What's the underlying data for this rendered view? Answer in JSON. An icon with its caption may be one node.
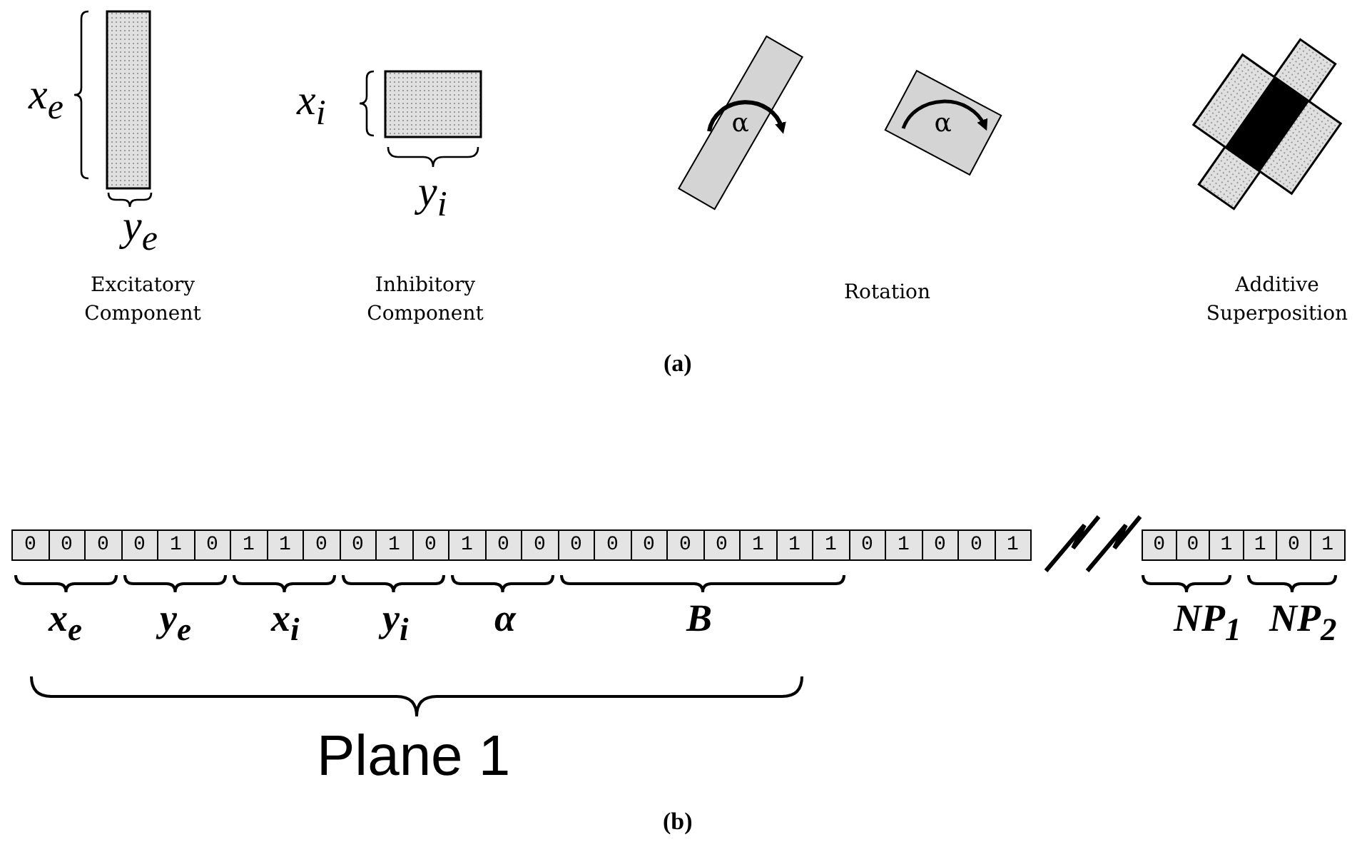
{
  "diagram": {
    "nodes": [
      {
        "text": [
          "α"
        ]
      },
      {
        "text": [
          "α"
        ]
      }
    ],
    "labels": [
      "x$_{e}$",
      "x$_{i}$",
      "y$_{e}$",
      "y$_{i}$",
      "Excitatory Component",
      "Inhibitory Component",
      "Rotation",
      "Additive Superposition",
      "(a)",
      "0",
      "0",
      "0",
      "0",
      "1",
      "0",
      "1",
      "1",
      "0",
      "0",
      "1",
      "0",
      "1",
      "0",
      "0",
      "0",
      "0",
      "0",
      "0",
      "0",
      "1",
      "1",
      "1",
      "0",
      "1",
      "0",
      "0",
      "1",
      "0",
      "0",
      "1",
      "1",
      "0",
      "1",
      "x$_{e}$",
      "y$_{e}$",
      "x$_{i}$",
      "y$_{i}$",
      "α",
      "B",
      "NP$_{1}$",
      "NP$_{2}$",
      "Plane 1",
      "(b)"
    ]
  }
}
